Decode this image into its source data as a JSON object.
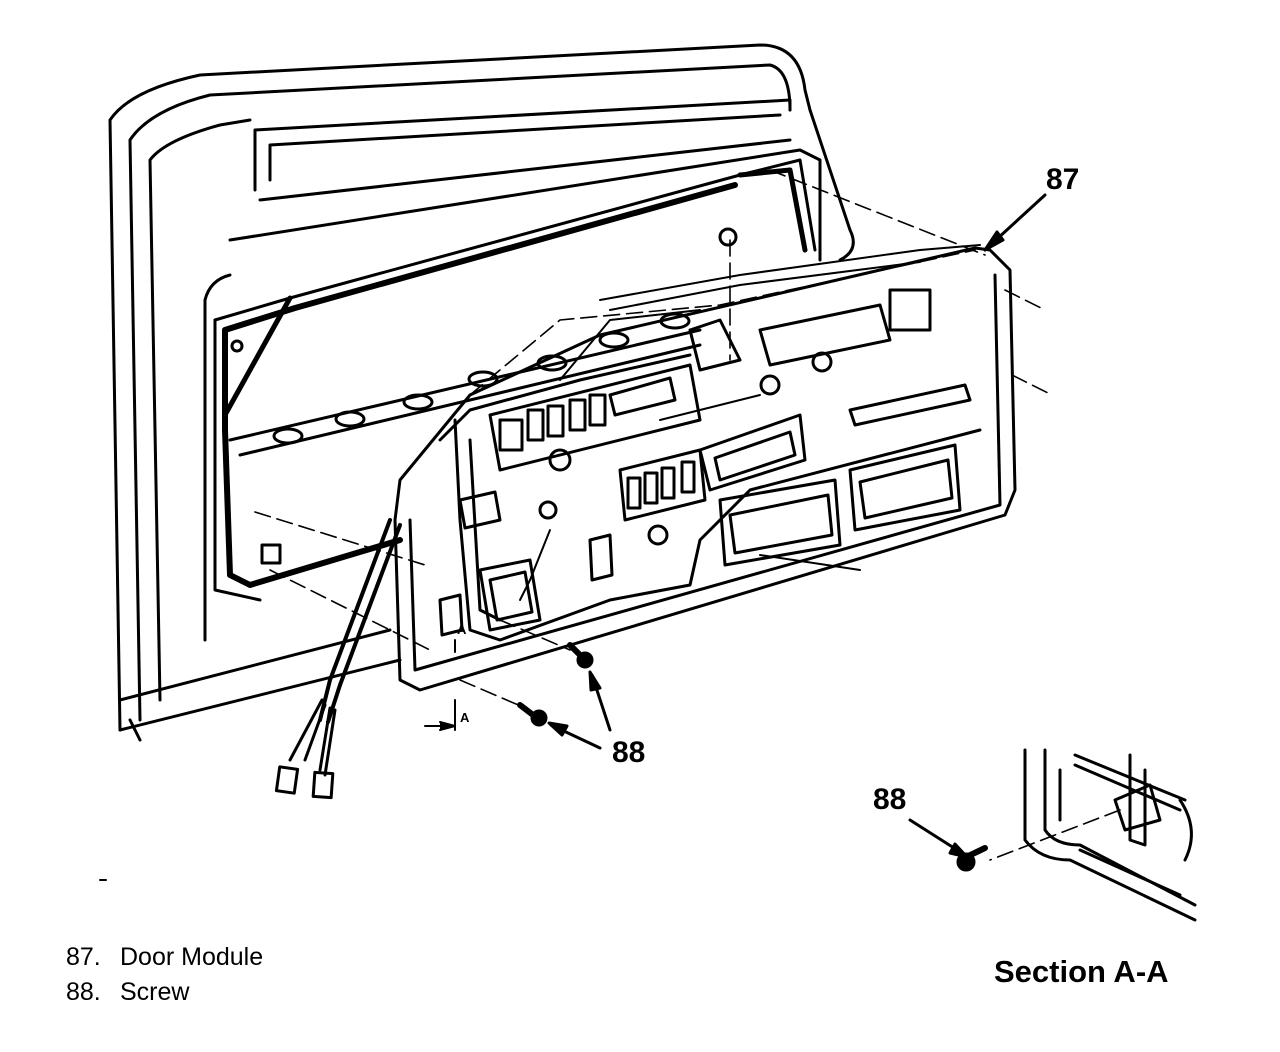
{
  "callouts": {
    "door_module_number": "87",
    "screw_number_lower": "88",
    "screw_number_section": "88",
    "section_marker_a1": "A",
    "section_marker_a2": "A"
  },
  "legend": [
    {
      "number": "87.",
      "label": "Door Module"
    },
    {
      "number": "88.",
      "label": "Screw"
    }
  ],
  "section_title": "Section A-A"
}
